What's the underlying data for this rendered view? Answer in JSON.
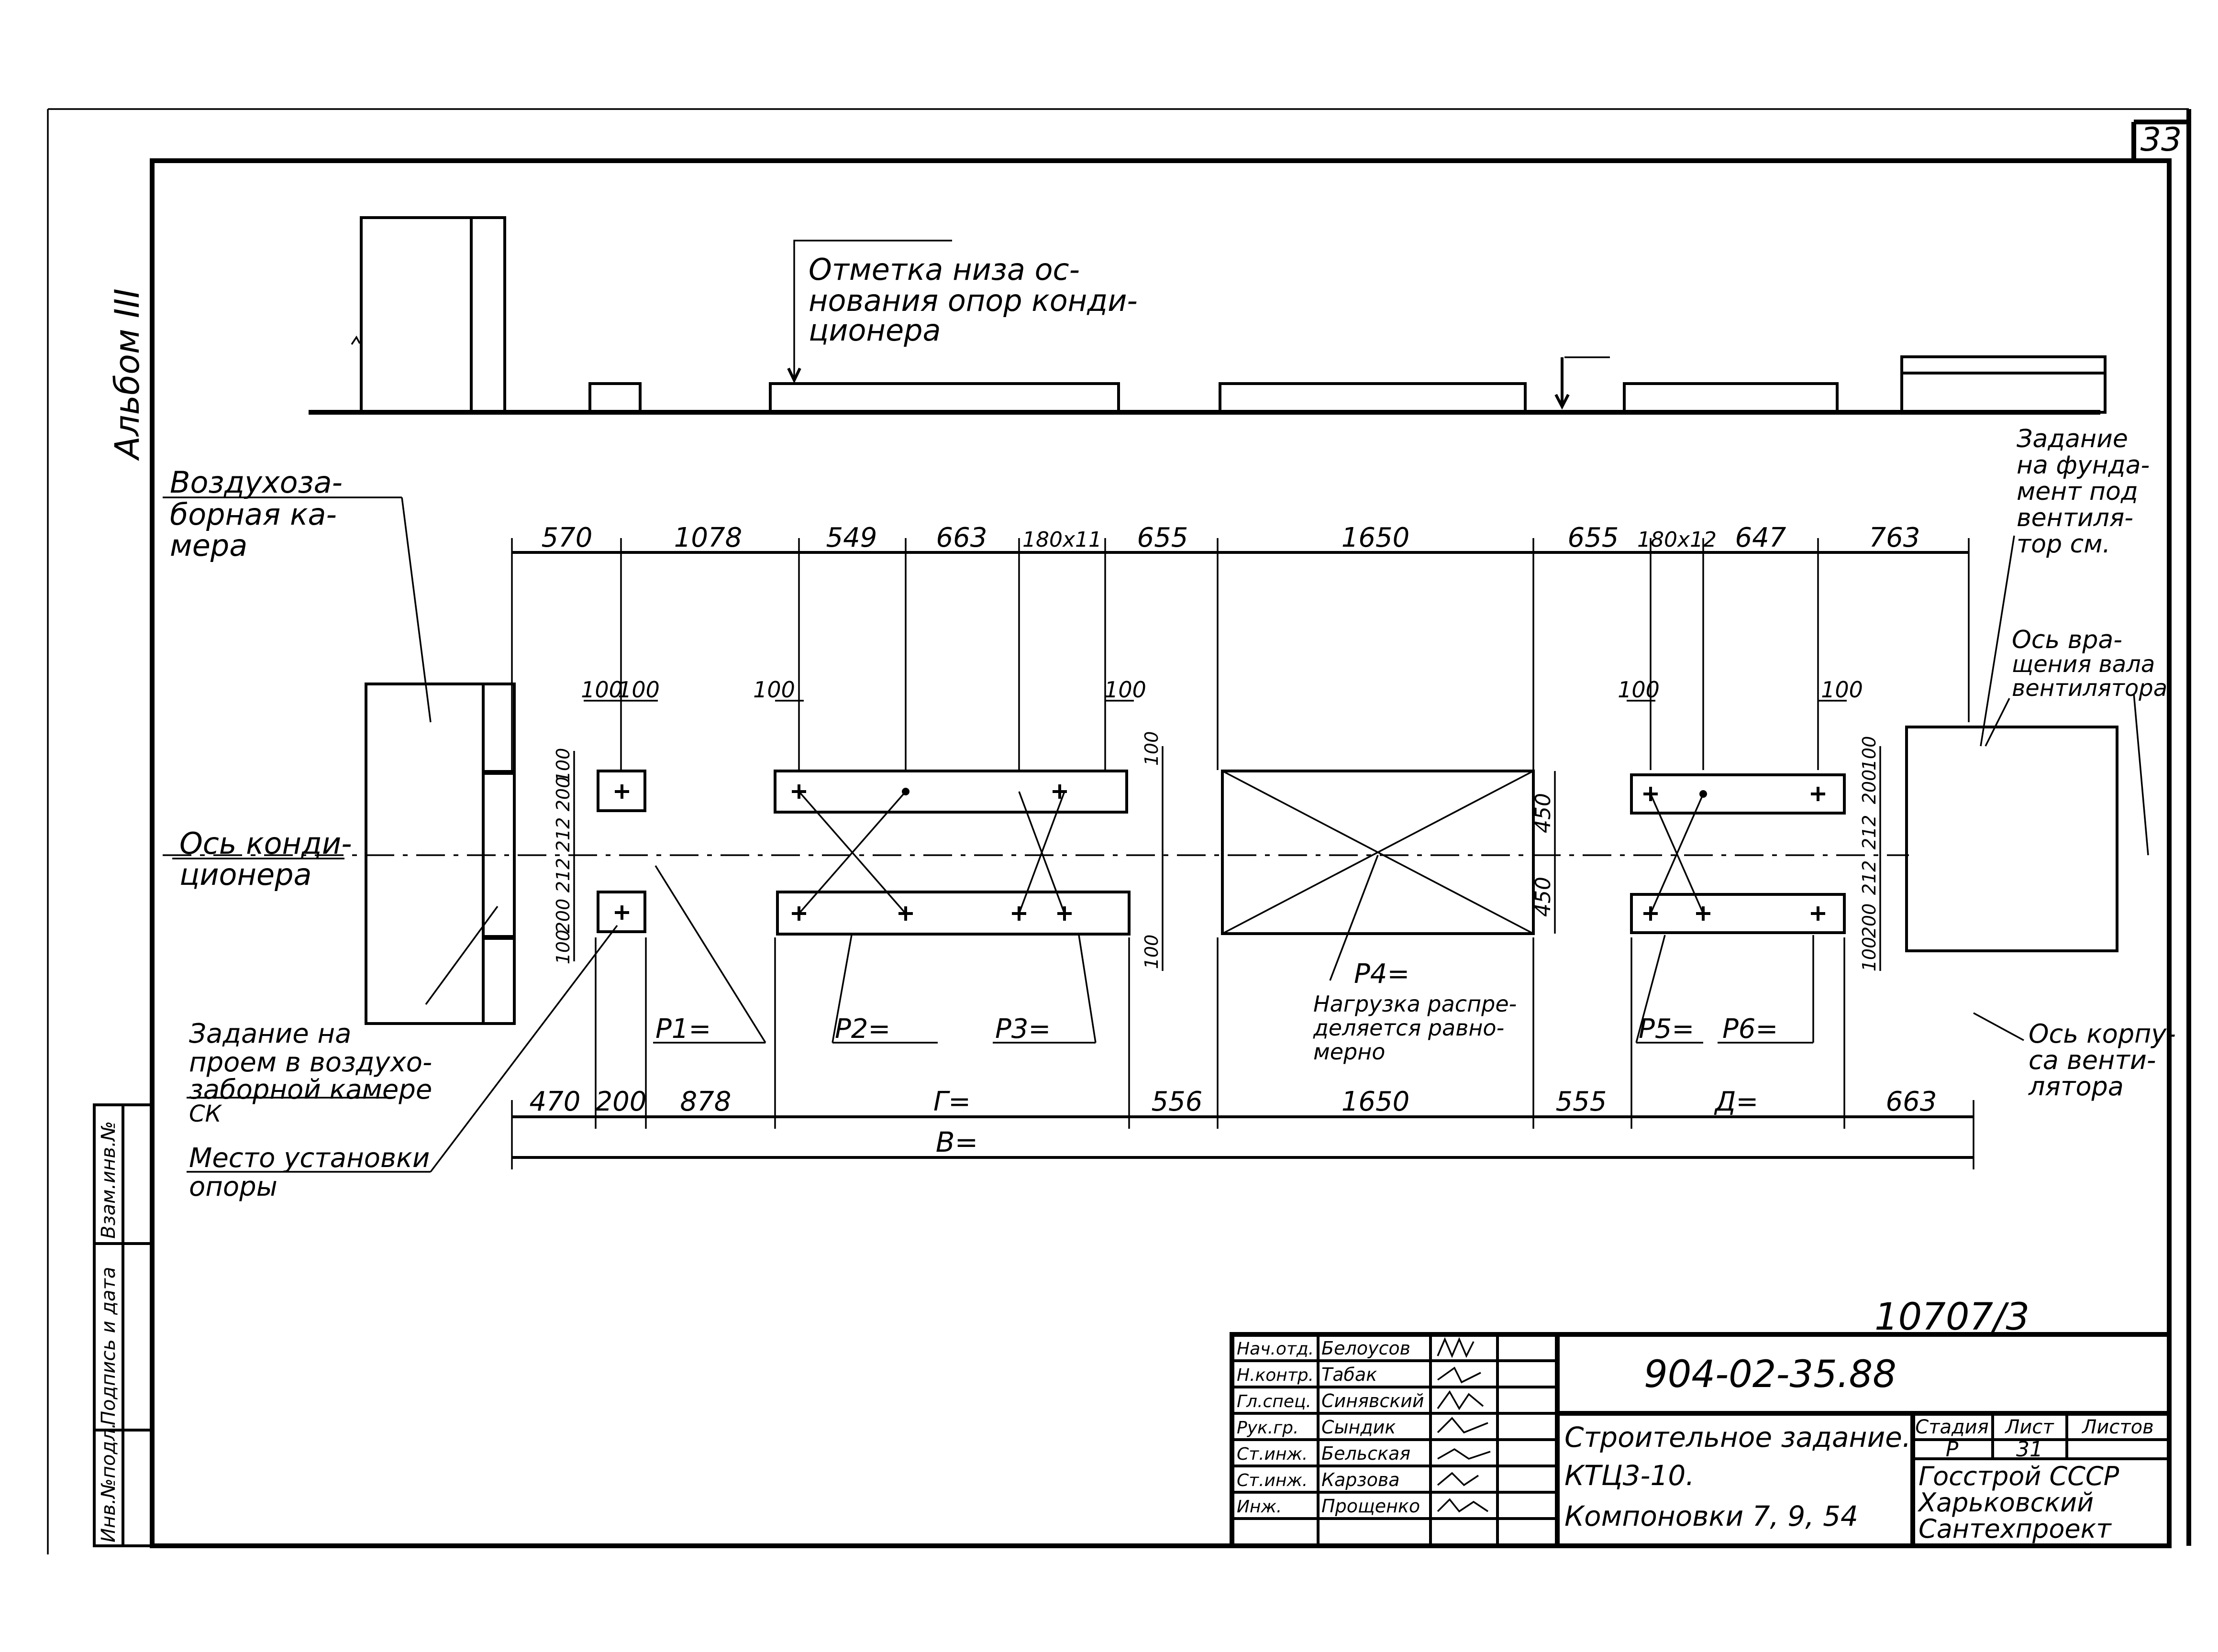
{
  "sheet_number": "33",
  "album": "Альбом III",
  "doc_number": "10707/3",
  "stamp": {
    "code": "904-02-35.88",
    "title": [
      "Строительное задание.",
      "КТЦ3-10.",
      "Компоновки 7, 9, 54"
    ],
    "stage_label": "Стадия",
    "sheet_label": "Лист",
    "sheets_label": "Листов",
    "stage": "Р",
    "sheet": "31",
    "org": [
      "Госстрой СССР",
      "Харьковский",
      "Сантехпроект"
    ],
    "people": [
      {
        "role": "Нач.отд.",
        "name": "Белоусов"
      },
      {
        "role": "Н.контр.",
        "name": "Табак"
      },
      {
        "role": "Гл.спец.",
        "name": "Синявский"
      },
      {
        "role": "Рук.гр.",
        "name": "Сындик"
      },
      {
        "role": "Ст.инж.",
        "name": "Бельская"
      },
      {
        "role": "Ст.инж.",
        "name": "Карзова"
      },
      {
        "role": "Инж.",
        "name": "Прощенко"
      }
    ]
  },
  "side_stamp": [
    "Инв.№подл.",
    "Подпись и дата",
    "Взам.инв.№"
  ],
  "notes": {
    "elev": [
      "Отметка низа ос-",
      "нования опор конди-",
      "ционера"
    ],
    "intake": [
      "Воздухоза-",
      "борная ка-",
      "мера"
    ],
    "axis": [
      "Ось конди-",
      "ционера"
    ],
    "opening": [
      "Задание на",
      "проем в воздухо-",
      "заборной камере",
      "СК"
    ],
    "support": [
      "Место установки",
      "опоры"
    ],
    "foundation": [
      "Задание",
      "на фунда-",
      "мент под",
      "вентиля-",
      "тор см."
    ],
    "shaft": [
      "Ось вра-",
      "щения вала",
      "вентилятора"
    ],
    "housing": [
      "Ось корпу-",
      "са венти-",
      "лятора"
    ],
    "p4": [
      "P4=",
      "Нагрузка распре-",
      "деляется равно-",
      "мерно"
    ]
  },
  "loads": [
    "P1=",
    "P2=",
    "P3=",
    "P5=",
    "P6="
  ],
  "top_dims": [
    "570",
    "1078",
    "549",
    "663",
    "180x11",
    "655",
    "1650",
    "655",
    "180x12",
    "647",
    "763"
  ],
  "bottom_dims": [
    "470",
    "200",
    "878",
    "Г=",
    "556",
    "1650",
    "555",
    "Д=",
    "663"
  ],
  "overall": "В=",
  "small_dims": {
    "d100": "100",
    "d200": "200",
    "d212": "212",
    "d450": "450"
  }
}
